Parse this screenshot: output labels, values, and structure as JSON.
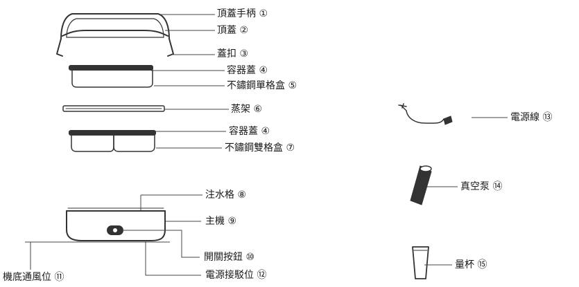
{
  "labels": {
    "l1": "頂蓋手柄 ①",
    "l2": "頂蓋 ②",
    "l3": "蓋扣 ③",
    "l4a": "容器蓋 ④",
    "l5": "不鏽鋼單格盒 ⑤",
    "l6": "蒸架 ⑥",
    "l4b": "容器蓋 ④",
    "l7": "不鏽鋼雙格盒 ⑦",
    "l8": "注水格 ⑧",
    "l9": "主機 ⑨",
    "l10": "開關按鈕 ⑩",
    "l11": "機底通風位 ⑪",
    "l12": "電源接駁位 ⑫",
    "l13": "電源線 ⑬",
    "l14": "真空泵 ⑭",
    "l15": "量杯 ⑮"
  },
  "colors": {
    "line": "#444444",
    "part": "#333333"
  }
}
